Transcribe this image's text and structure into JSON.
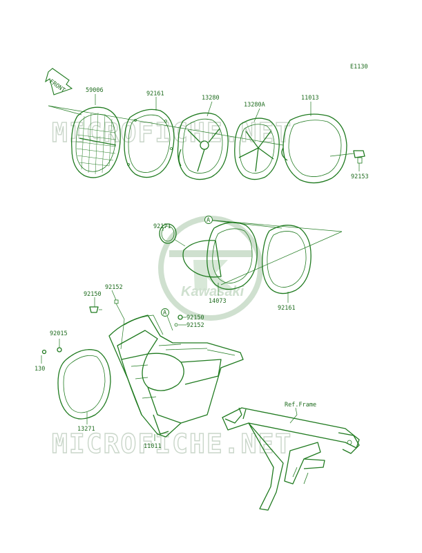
{
  "diagram": {
    "code": "E1130",
    "front_label": "FRONT",
    "watermark": "MICROFICHE.NET",
    "logo_text": "Kawasaki",
    "callouts": {
      "p59006": "59006",
      "p92161_top": "92161",
      "p13280": "13280",
      "p13280a": "13280A",
      "p11013": "11013",
      "p92153": "92153",
      "p92171": "92171",
      "ref_a_1": "A",
      "p14073": "14073",
      "p92161_mid": "92161",
      "p92152_top": "92152",
      "p92150_left": "92150",
      "ref_a_2": "A",
      "p92150_right": "92150",
      "p92152_right": "92152",
      "p92015": "92015",
      "p130": "130",
      "p13271": "13271",
      "p11011": "11011",
      "ref_frame": "Ref.Frame"
    },
    "colors": {
      "line": "#1f7a1f",
      "text": "#1d6b1d",
      "watermark": "#c9d6c9"
    }
  }
}
